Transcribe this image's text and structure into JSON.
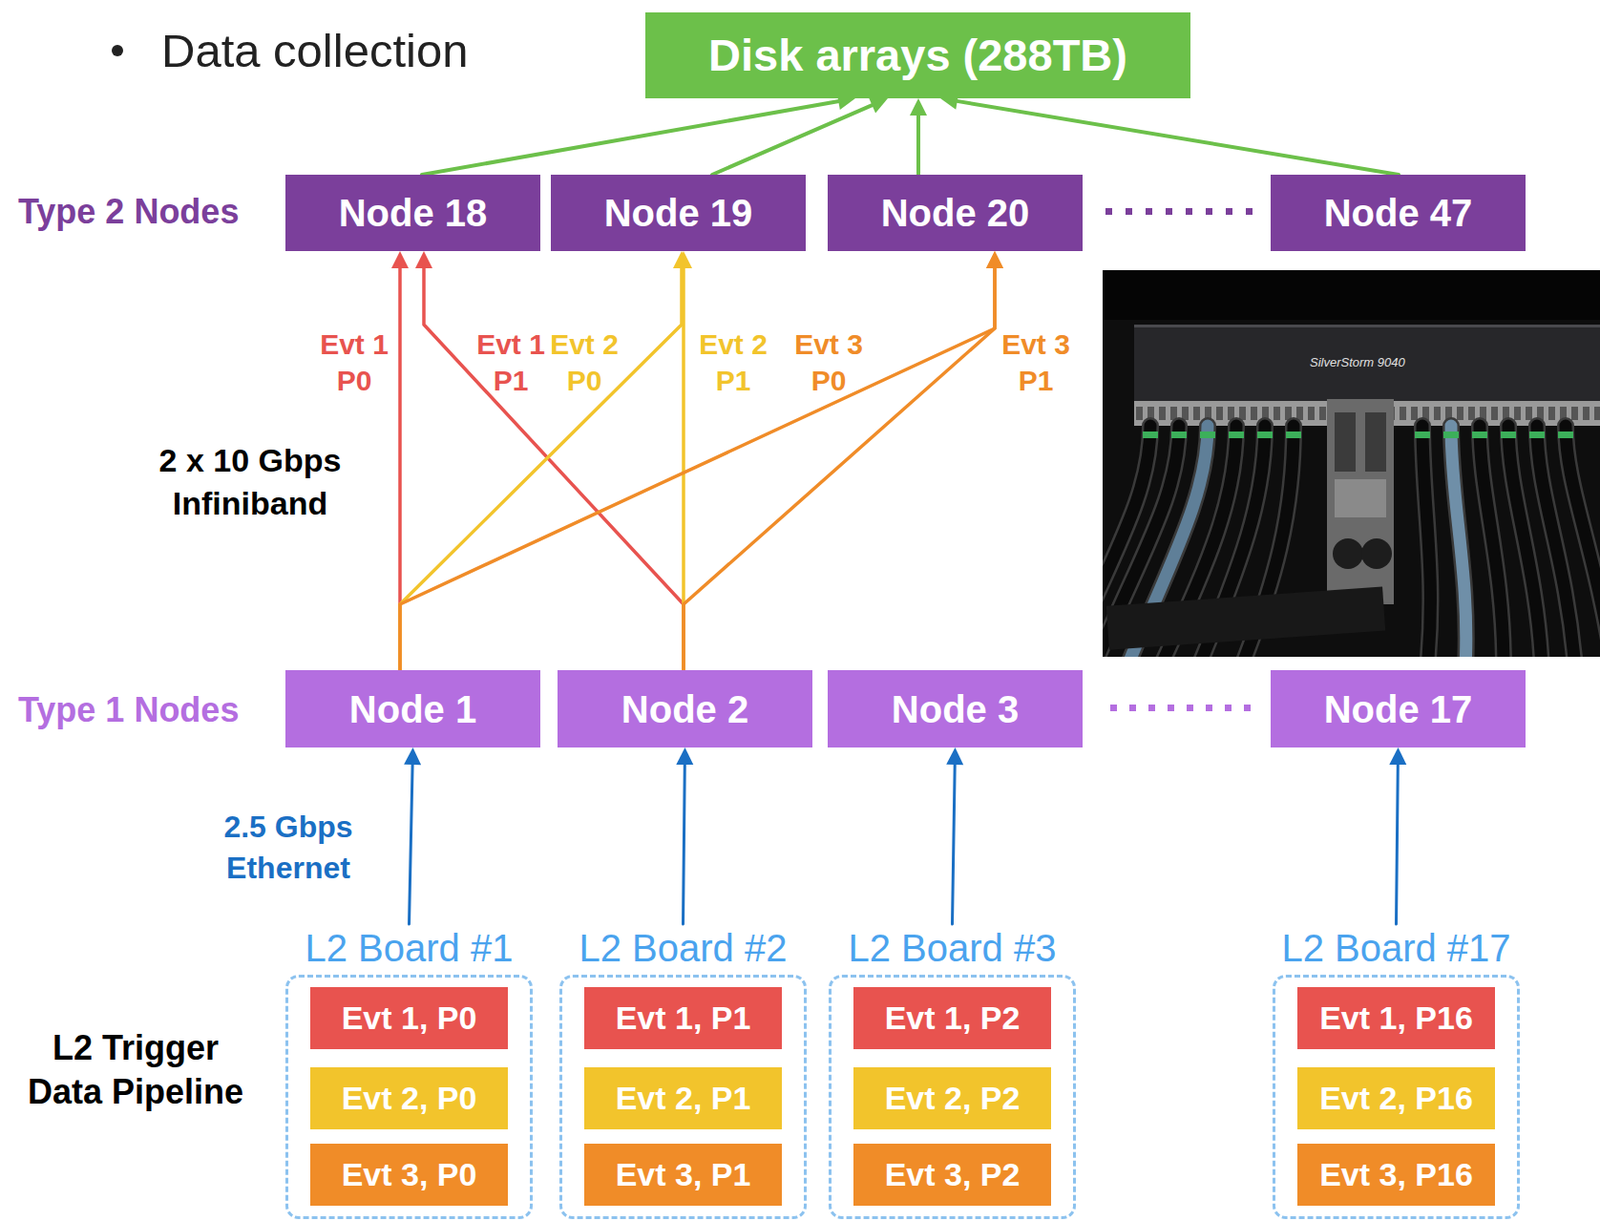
{
  "diagram": {
    "nodes": [
      {
        "text": [
          "Disk arrays (288TB)"
        ]
      },
      {
        "text": [
          "Node 18"
        ]
      },
      {
        "text": [
          "Node 19"
        ]
      },
      {
        "text": [
          "Node 20"
        ]
      },
      {
        "text": [
          "Node 47"
        ]
      },
      {
        "text": [
          "Node 1"
        ]
      },
      {
        "text": [
          "Node 2"
        ]
      },
      {
        "text": [
          "Node 3"
        ]
      },
      {
        "text": [
          "Node 17"
        ]
      },
      {
        "text": [
          "L2 Board #1"
        ]
      },
      {
        "text": [
          "Evt 1, P0"
        ],
        "in": 9
      },
      {
        "text": [
          "Evt 2, P0"
        ],
        "in": 9
      },
      {
        "text": [
          "Evt 3, P0"
        ],
        "in": 9
      },
      {
        "text": [
          "L2 Board #2"
        ]
      },
      {
        "text": [
          "Evt 1, P1"
        ],
        "in": 13
      },
      {
        "text": [
          "Evt 2, P1"
        ],
        "in": 13
      },
      {
        "text": [
          "Evt 3, P1"
        ],
        "in": 13
      },
      {
        "text": [
          "L2 Board #3"
        ]
      },
      {
        "text": [
          "Evt 1, P2"
        ],
        "in": 17
      },
      {
        "text": [
          "Evt 2, P2"
        ],
        "in": 17
      },
      {
        "text": [
          "Evt 3, P2"
        ],
        "in": 17
      },
      {
        "text": [
          "L2 Board #17"
        ]
      },
      {
        "text": [
          "Evt 1, P16"
        ],
        "in": 21
      },
      {
        "text": [
          "Evt 2, P16"
        ],
        "in": 21
      },
      {
        "text": [
          "Evt 3, P16"
        ],
        "in": 21
      }
    ],
    "edges": [
      {
        "from": 1,
        "to": 0,
        "arrow": "to"
      },
      {
        "from": 2,
        "to": 0,
        "arrow": "to"
      },
      {
        "from": 3,
        "to": 0,
        "arrow": "to"
      },
      {
        "from": 4,
        "to": 0,
        "arrow": "to"
      },
      {
        "from": 5,
        "to": 1,
        "label": "Evt 1 P0",
        "arrow": "to"
      },
      {
        "from": 6,
        "to": 1,
        "label": "Evt 1 P1",
        "arrow": "to"
      },
      {
        "from": 5,
        "to": 2,
        "label": "Evt 2 P0",
        "arrow": "to"
      },
      {
        "from": 6,
        "to": 2,
        "label": "Evt 2 P1",
        "arrow": "to"
      },
      {
        "from": 5,
        "to": 3,
        "label": "Evt 3 P0",
        "arrow": "to"
      },
      {
        "from": 6,
        "to": 3,
        "label": "Evt 3 P1",
        "arrow": "to"
      },
      {
        "from": 9,
        "to": 5,
        "arrow": "to"
      },
      {
        "from": 13,
        "to": 6,
        "arrow": "to"
      },
      {
        "from": 17,
        "to": 7,
        "arrow": "to"
      },
      {
        "from": 21,
        "to": 8,
        "arrow": "to"
      }
    ],
    "labels": [
      "Data collection",
      "Type 2 Nodes",
      "Type 1 Nodes",
      "2 x 10 Gbps Infiniband",
      "2.5 Gbps Ethernet",
      "L2 Trigger Data Pipeline",
      "SilverStorm 9040"
    ]
  }
}
